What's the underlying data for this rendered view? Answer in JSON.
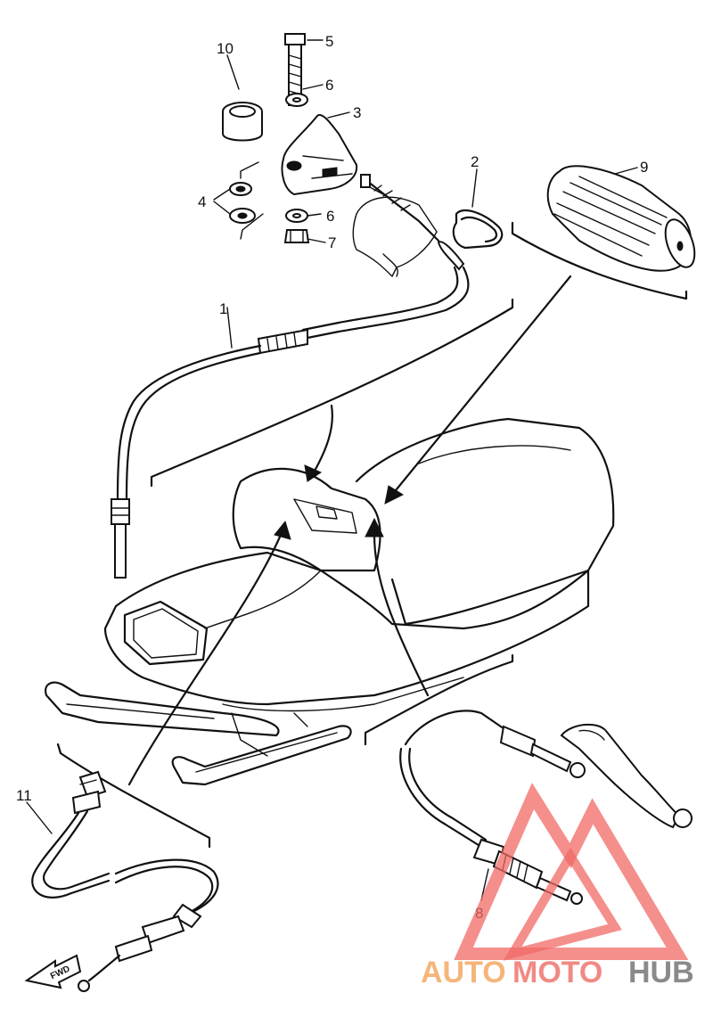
{
  "diagram": {
    "callouts": [
      {
        "key": "c1",
        "label": "1"
      },
      {
        "key": "c2",
        "label": "2"
      },
      {
        "key": "c3",
        "label": "3"
      },
      {
        "key": "c4",
        "label": "4"
      },
      {
        "key": "c5",
        "label": "5"
      },
      {
        "key": "c6a",
        "label": "6"
      },
      {
        "key": "c6b",
        "label": "6"
      },
      {
        "key": "c7",
        "label": "7"
      },
      {
        "key": "c8",
        "label": "8"
      },
      {
        "key": "c9",
        "label": "9"
      },
      {
        "key": "c10",
        "label": "10"
      },
      {
        "key": "c11",
        "label": "11"
      }
    ],
    "fwd_label": "FWD"
  },
  "watermark": {
    "part1": "AUTO",
    "part2": "MOTO",
    "part3": "HUB",
    "colors": {
      "auto": "#f5b57a",
      "moto": "#f08a84",
      "hub": "#8a8a8a",
      "triangle": "#f06a66"
    }
  }
}
